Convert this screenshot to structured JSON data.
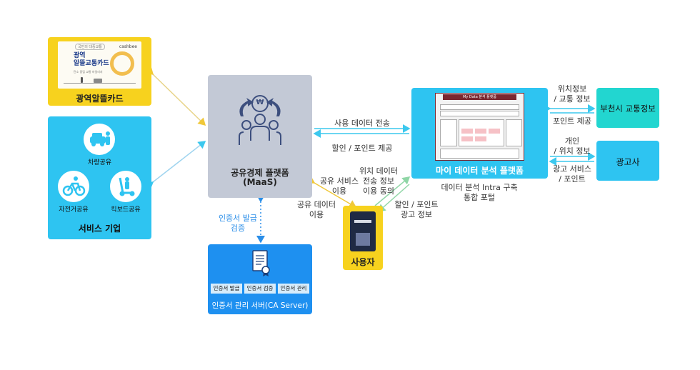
{
  "card_box": {
    "label": "광역알뜰카드",
    "image_title": "광역\n알뜰교통카드",
    "image_badge": "국민의 대중교통",
    "image_brand": "cashbee",
    "image_caption": "탄소 중립 교통 마일리지"
  },
  "service_box": {
    "label": "서비스 기업",
    "items": [
      "차량공유",
      "자전거공유",
      "킥보드공유"
    ]
  },
  "maas_box": {
    "label_line1": "공유경제 플랫폼",
    "label_line2": "(MaaS)",
    "icon_symbol": "₩"
  },
  "ca_box": {
    "label": "인증서 관리 서버(CA Server)",
    "buttons": [
      "인증서 발급",
      "인증서 검증",
      "인증서 관리"
    ]
  },
  "mydata_box": {
    "label": "마이 데이터 분석 플랫폼",
    "screen_title": "My Data 분석 플랫폼",
    "caption_line1": "데이터 분석 Intra 구축",
    "caption_line2": "통합 포털"
  },
  "user_box": {
    "label": "사용자"
  },
  "bucheon_box": {
    "label": "부천시 교통정보"
  },
  "ad_box": {
    "label": "광고사"
  },
  "edges": {
    "usage_send": "사용 데이터 전송",
    "discount_point": "할인 / 포인트 제공",
    "share_service_1": "공유 서비스",
    "share_service_2": "이용",
    "share_data_1": "공유 데이터",
    "share_data_2": "이용",
    "location_1": "위치 데이터",
    "location_2": "전송 정보",
    "location_3": "이용 동의",
    "discount_ad_1": "할인 / 포인트",
    "discount_ad_2": "광고 정보",
    "cert_1": "인증서 발급",
    "cert_2": "검증",
    "traffic_1": "위치정보",
    "traffic_2": "/ 교통 정보",
    "point_provide": "포인트 제공",
    "ad_in_1": "개인",
    "ad_in_2": "/ 위치 정보",
    "ad_out_1": "광고 서비스",
    "ad_out_2": "/ 포인트"
  },
  "colors": {
    "yellow": "#f7d21e",
    "cyan": "#2ec4f1",
    "maas_gray": "#c3c9d6",
    "ca_blue": "#1e90f0",
    "teal": "#22d6d0",
    "arrow_yellow": "#f0d24a",
    "arrow_cyan": "#3cc8ee"
  }
}
